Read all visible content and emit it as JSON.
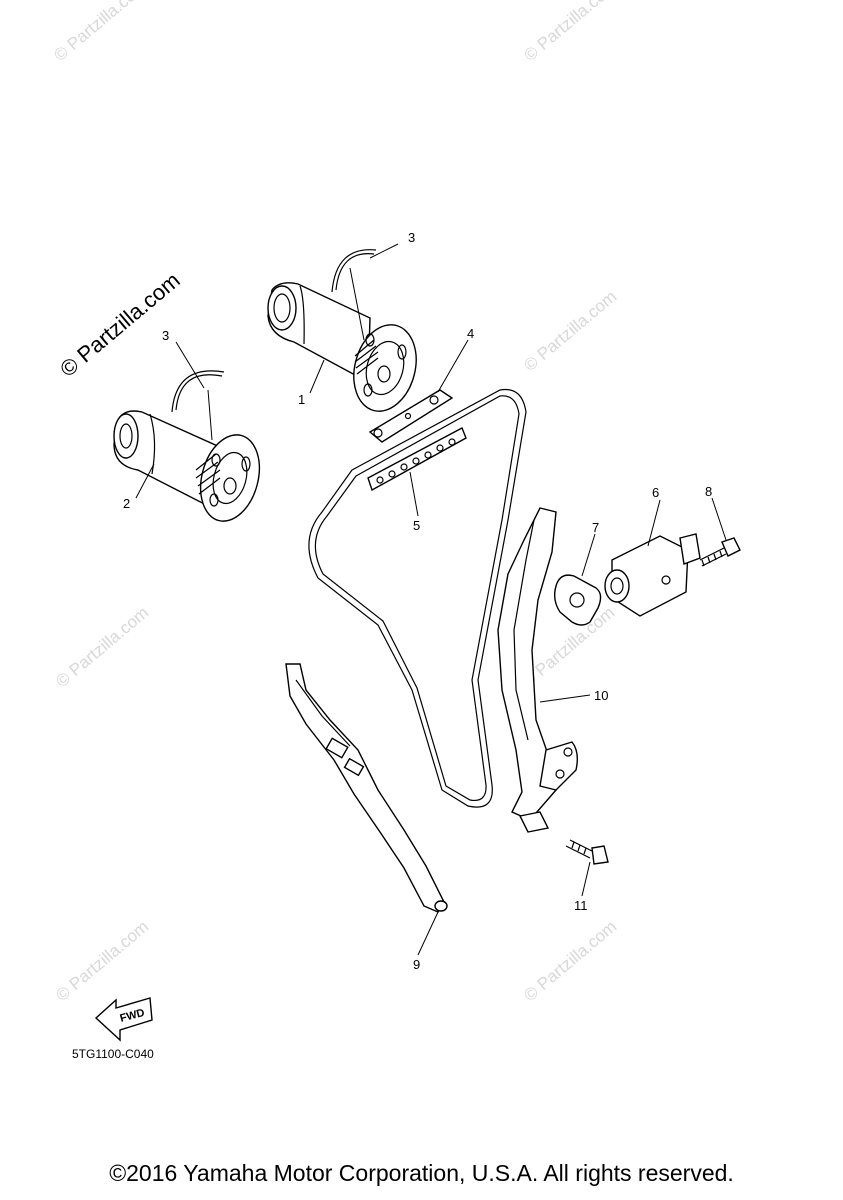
{
  "watermarks": {
    "text": "© Partzilla.com",
    "main": "© Partzilla.com"
  },
  "callouts": {
    "c1": "1",
    "c2": "2",
    "c3a": "3",
    "c3b": "3",
    "c4": "4",
    "c5": "5",
    "c6": "6",
    "c7": "7",
    "c8": "8",
    "c9": "9",
    "c10": "10",
    "c11": "11"
  },
  "diagram_code": "5TG1100-C040",
  "fwd_label": "FWD",
  "copyright": "©2016 Yamaha Motor Corporation, U.S.A. All rights reserved."
}
